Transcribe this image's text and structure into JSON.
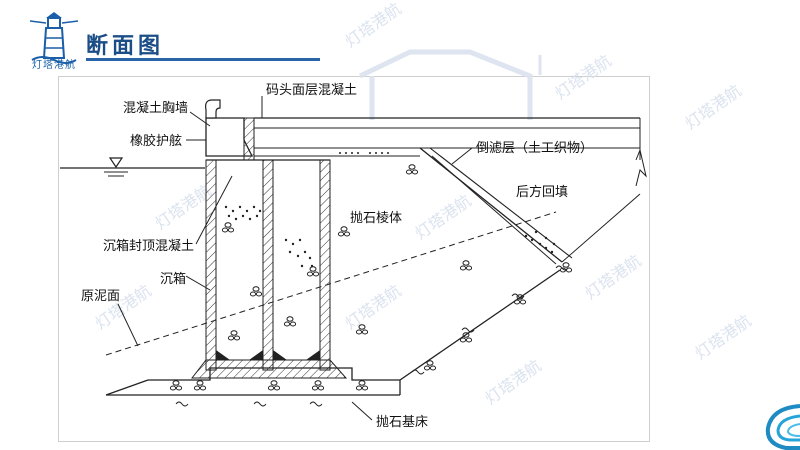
{
  "header": {
    "title": "断面图",
    "logo_text": "灯塔港航",
    "title_underline_color": "#2a64a8",
    "title_color": "#1b4d86"
  },
  "watermark": {
    "text": "灯塔港航"
  },
  "diagram": {
    "labels": {
      "parapet": "混凝土胸墙",
      "fender": "橡胶护舷",
      "deck": "码头面层混凝土",
      "filter": "倒滤层（土工织物）",
      "backfill": "后方回填",
      "rock_prism": "抛石棱体",
      "caisson_cap": "沉箱封顶混凝土",
      "caisson": "沉箱",
      "seabed": "原泥面",
      "rubble_bed": "抛石基床"
    }
  },
  "decor": {
    "corner_icon": "swirl-icon",
    "water_level_icon": "water-level-triangle-icon"
  }
}
